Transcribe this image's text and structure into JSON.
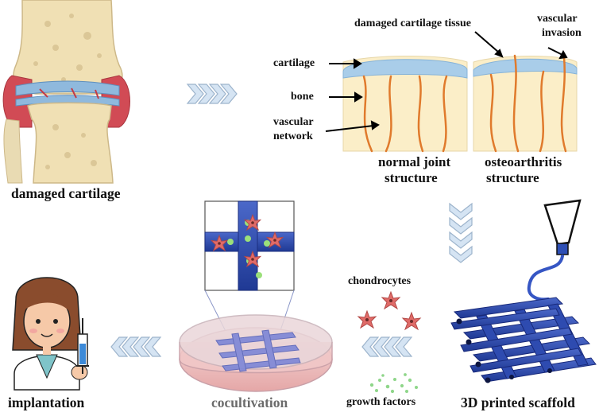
{
  "labels": {
    "damaged_cartilage": "damaged cartilage",
    "damaged_cartilage_tissue": "damaged cartilage tissue",
    "vascular_invasion_1": "vascular",
    "vascular_invasion_2": "invasion",
    "cartilage": "cartilage",
    "bone": "bone",
    "vascular_network_1": "vascular",
    "vascular_network_2": "network",
    "normal_joint_1": "normal joint",
    "normal_joint_2": "structure",
    "osteoarthritis_1": "osteoarthritis",
    "osteoarthritis_2": "structure",
    "chondrocytes": "chondrocytes",
    "growth_factors": "growth factors",
    "scaffold": "3D printed scaffold",
    "cocultivation": "cocultivation",
    "implantation": "implantation"
  },
  "icons": [
    "knee-joint-icon",
    "chevron-arrow-icon",
    "cell-icon",
    "syringe-icon",
    "doctor-icon",
    "petri-dish-icon",
    "scaffold-icon",
    "print-nozzle-icon"
  ]
}
